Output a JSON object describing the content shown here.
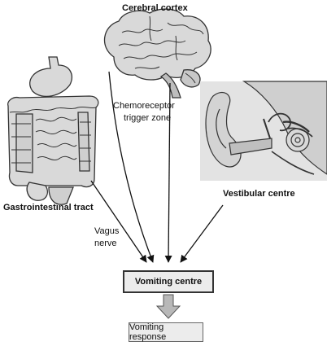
{
  "labels": {
    "cerebral_cortex": "Cerebral cortex",
    "chemoreceptor_line1": "Chemoreceptor",
    "chemoreceptor_line2": "trigger zone",
    "gastrointestinal_tract": "Gastrointestinal tract",
    "vestibular_centre": "Vestibular centre",
    "vagus_line1": "Vagus",
    "vagus_line2": "nerve"
  },
  "boxes": {
    "vomiting_centre": "Vomiting centre",
    "vomiting_response": "Vomiting response"
  },
  "colors": {
    "organ_fill": "#d9d9d9",
    "organ_stroke": "#333333",
    "box_fill": "#ececec",
    "arrow": "#111111"
  }
}
